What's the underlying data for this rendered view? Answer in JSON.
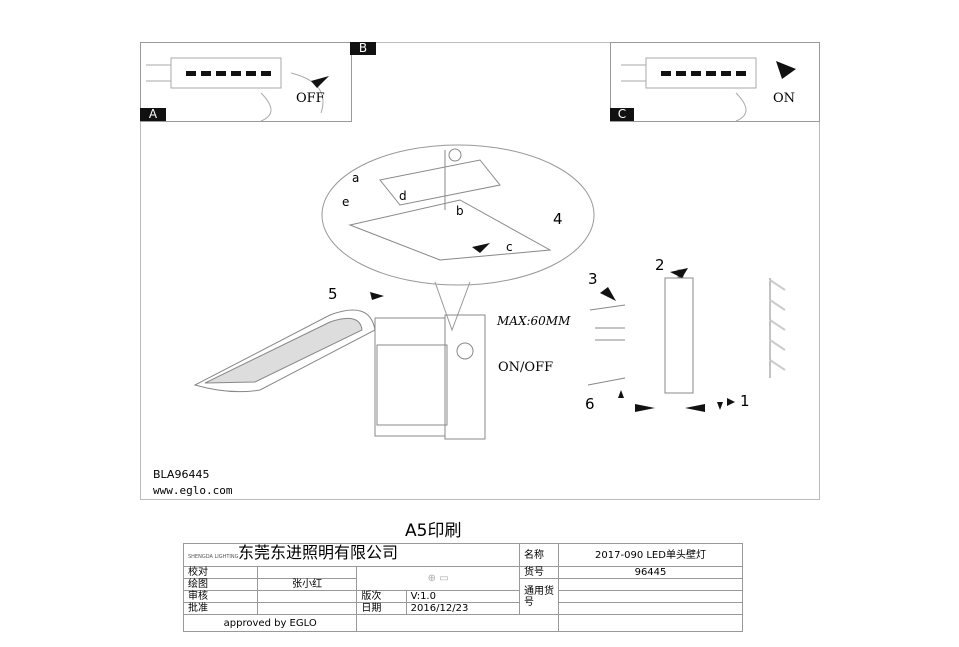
{
  "panels": {
    "a_label": "A",
    "b_label": "B",
    "c_label": "C",
    "off": "OFF",
    "on": "ON"
  },
  "detail": {
    "a": "a",
    "b": "b",
    "c": "c",
    "d": "d",
    "e": "e",
    "step4": "4"
  },
  "main": {
    "step5": "5",
    "on_off": "ON/OFF",
    "max": "MAX:60MM"
  },
  "mount": {
    "step1": "1",
    "step2": "2",
    "step3": "3",
    "step6": "6"
  },
  "footer": {
    "model": "BLA96445",
    "website": "www.eglo.com",
    "print_size": "A5印刷"
  },
  "title_block": {
    "logo_text": "SHENGDA LIGHTING",
    "company": "东莞东进照明有限公司",
    "check_label": "校对",
    "draw_label": "绘图",
    "drawer": "张小红",
    "review_label": "审核",
    "approve_label": "批准",
    "version_label": "版次",
    "version": "V:1.0",
    "date_label": "日期",
    "date": "2016/12/23",
    "name_label": "名称",
    "name": "2017-090 LED单头壁灯",
    "item_label": "货号",
    "item_no": "96445",
    "general_label": "通用货号",
    "approved": "approved by EGLO"
  }
}
